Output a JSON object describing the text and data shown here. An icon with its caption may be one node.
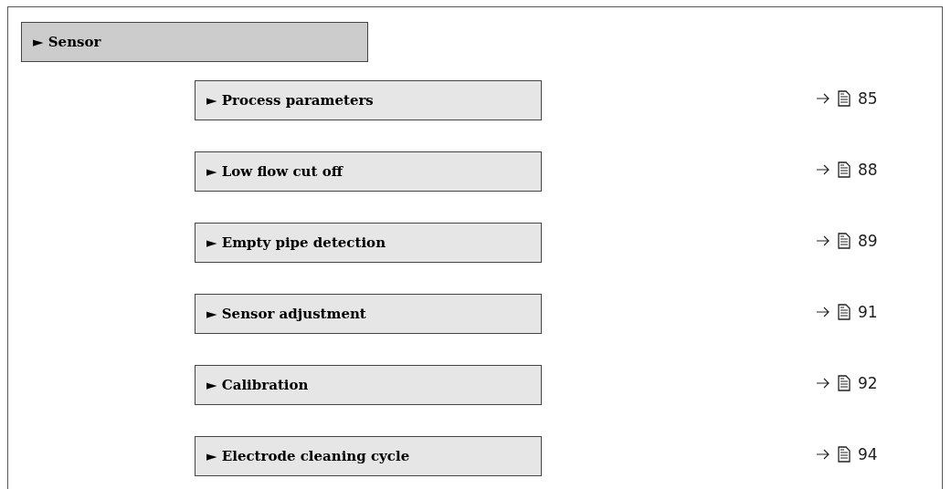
{
  "diagram": {
    "nodes": [
      {
        "text": [
          "► Sensor"
        ]
      },
      {
        "text": [
          "► Process parameters"
        ]
      },
      {
        "text": [
          "► Low flow cut off"
        ]
      },
      {
        "text": [
          "► Empty pipe detection"
        ]
      },
      {
        "text": [
          "► Sensor adjustment"
        ]
      },
      {
        "text": [
          "► Calibration"
        ]
      },
      {
        "text": [
          "► Electrode cleaning cycle"
        ]
      }
    ],
    "labels": [
      "85",
      "88",
      "89",
      "91",
      "92",
      "94"
    ]
  }
}
